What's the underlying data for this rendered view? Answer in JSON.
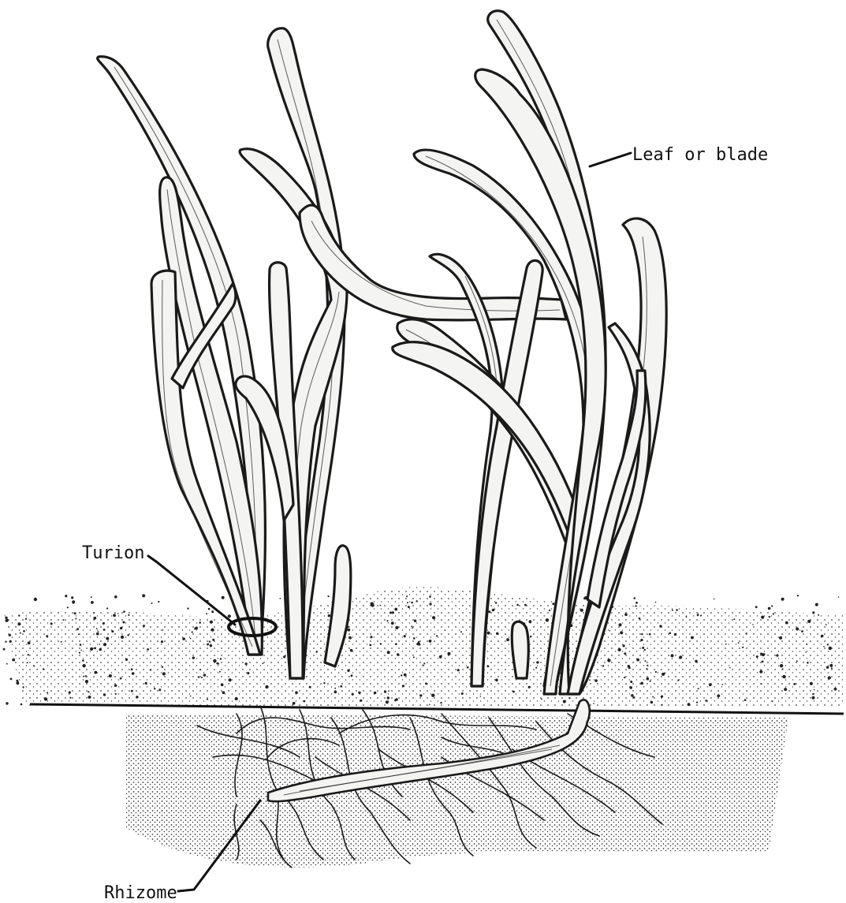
{
  "diagram": {
    "labels": {
      "leaf": "Leaf or blade",
      "turion": "Turion",
      "rhizome": "Rhizome"
    },
    "colors": {
      "ink": "#1a1a1a",
      "paper": "#ffffff",
      "leaf_fill": "#f4f4f2"
    }
  }
}
